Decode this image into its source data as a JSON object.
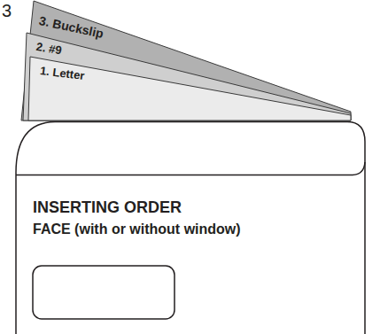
{
  "diagram": {
    "nodes": [
      {
        "text": [
          "3. Buckslip"
        ]
      },
      {
        "text": [
          "2. #9"
        ]
      },
      {
        "text": [
          "1. Letter"
        ]
      },
      {
        "text": [
          "INSERTING ORDER",
          "FACE (with or without window)"
        ]
      }
    ],
    "labels": [
      "3"
    ]
  }
}
